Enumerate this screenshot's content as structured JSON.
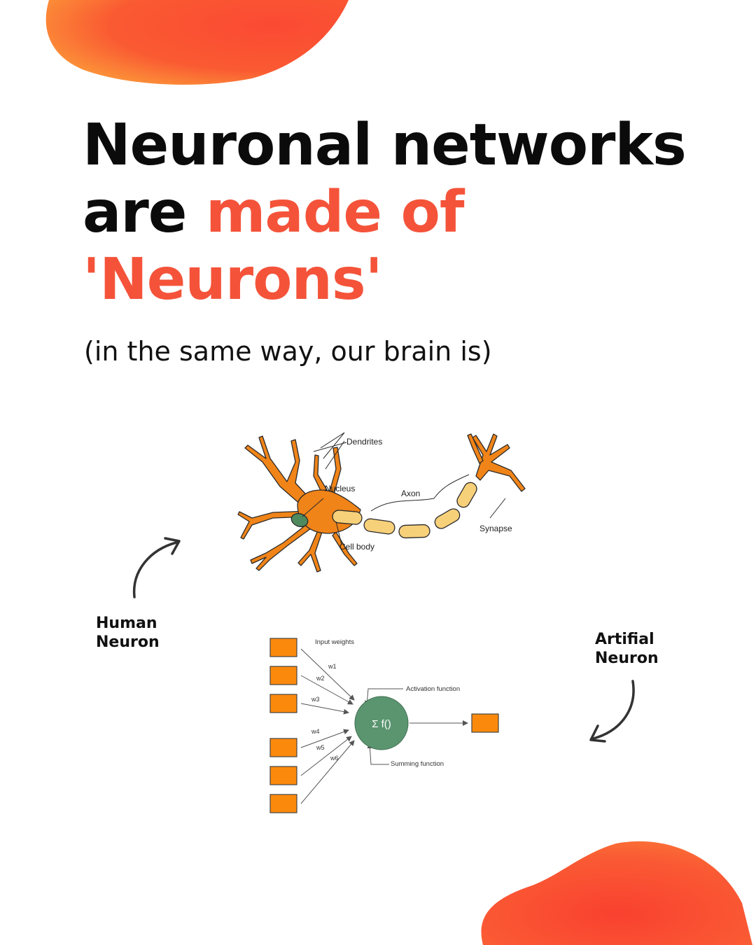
{
  "heading": {
    "line1": "Neuronal networks",
    "line2_plain": "are ",
    "line2_accent": "made of",
    "line3_accent": "'Neurons'"
  },
  "subtitle": "(in the same way, our brain is)",
  "labels": {
    "human_line1": "Human",
    "human_line2": "Neuron",
    "artificial_line1": "Artifial",
    "artificial_line2": "Neuron"
  },
  "human_neuron": {
    "dendrites": "Dendrites",
    "nucleus": "Nucleus",
    "axon": "Axon",
    "synapse": "Synapse",
    "cell_body": "Cell body"
  },
  "artificial_neuron": {
    "input_weights": "Input weights",
    "activation_function": "Activation function",
    "summing_function": "Summing function",
    "node_symbol": "Σ  f()",
    "weights": [
      "w1",
      "w2",
      "w3",
      "w4",
      "w5",
      "w6"
    ]
  },
  "colors": {
    "accent": "#f4533a",
    "neuron_orange": "#f08418",
    "myelin": "#f7d07a",
    "node_green": "#5a9570",
    "box_orange": "#fb8a0c"
  }
}
